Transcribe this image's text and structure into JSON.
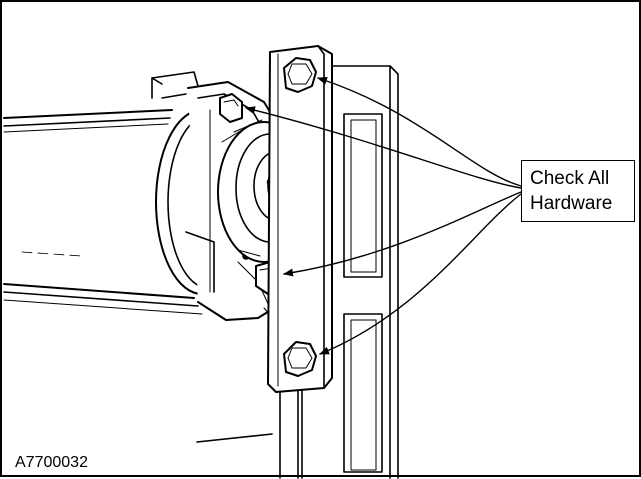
{
  "callout": {
    "line1": "Check All",
    "line2": "Hardware"
  },
  "figure_id": "A7700032",
  "colors": {
    "ink": "#000000",
    "paper": "#ffffff",
    "shade": "#bdbdbd"
  }
}
